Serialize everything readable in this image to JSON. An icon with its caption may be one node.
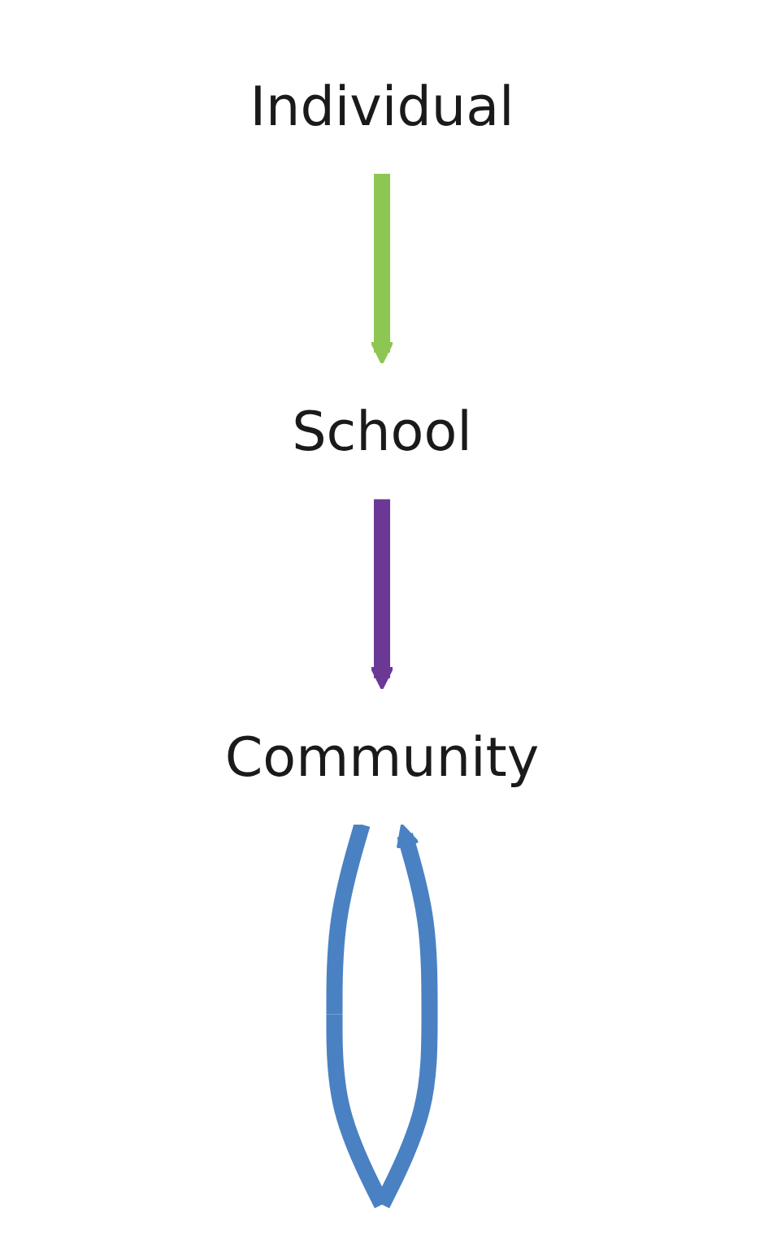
{
  "diagram": {
    "nodes": [
      {
        "text": [
          "Individual"
        ]
      },
      {
        "text": [
          "School"
        ]
      },
      {
        "text": [
          "Community"
        ]
      }
    ],
    "edges": [
      {
        "from": 0,
        "to": 1,
        "arrow": "to",
        "color": "#8dc653"
      },
      {
        "from": 1,
        "to": 2,
        "arrow": "to",
        "color": "#6b3896"
      },
      {
        "from": 2,
        "to": 2,
        "arrow": "to",
        "color": "#4a81c3"
      }
    ]
  }
}
